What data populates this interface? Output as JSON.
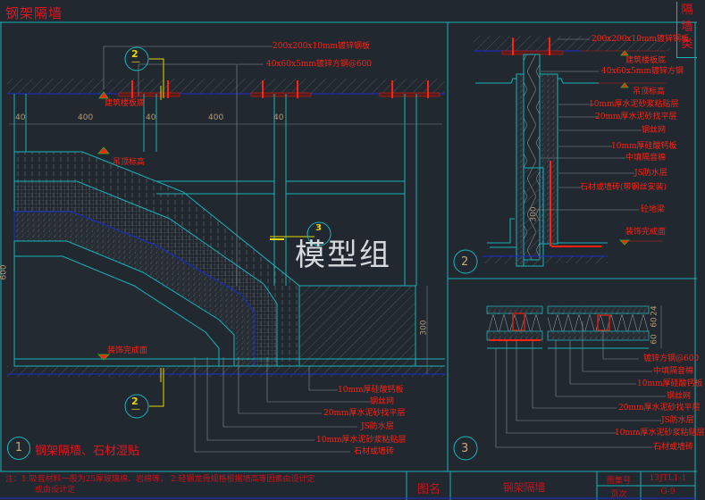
{
  "sheet": {
    "title": "钢架隔墙",
    "category_tab": "隔\n墙\n类",
    "category_tab_chars": [
      "隔",
      "墙",
      "类"
    ],
    "watermark": "模型组",
    "colors": {
      "background": "#212830",
      "frame": "#17b3b8",
      "label_red": "#ff2211",
      "dim_text": "#b39a72",
      "callout_yellow": "#e6d800",
      "floor_line": "#1a2bd0"
    }
  },
  "detail1": {
    "number": "1",
    "caption": "钢架隔墙、石材湿贴",
    "callout_top": {
      "num": "2",
      "sub": "—"
    },
    "callout_mid": {
      "num": "3"
    },
    "callout_bottom": {
      "num": "2",
      "sub": "—"
    },
    "dims_top": [
      "40",
      "400",
      "40",
      "400",
      "40"
    ],
    "dim_left": "600",
    "dim_right": "300",
    "labels_top": [
      "200x200x10mm镀锌钢板",
      "40x60x5mm镀锌方钢@600"
    ],
    "label_floor_slab": "建筑楼板底",
    "label_ceiling": "吊顶标高",
    "label_finish": "装饰完成面",
    "labels_bottom": [
      "10mm厚硅酸钙板",
      "钢丝网",
      "20mm厚水泥砂找平层",
      "JS防水层",
      "10mm厚水泥砂浆粘贴层",
      "石材或墙砖"
    ]
  },
  "detail2": {
    "number": "2",
    "dim": "300",
    "labels": [
      "200x200x10mm镀锌钢板",
      "建筑楼板底",
      "40x60x5mm镀锌方钢",
      "吊顶标高",
      "10mm厚水泥砂浆粘贴层",
      "20mm厚水泥砂找平层",
      "钢丝网",
      "10mm厚硅酸钙板",
      "中填隔音棉",
      "JS防水层",
      "石材或墙砖(带钢丝安装)",
      "砼地梁",
      "装饰完成面"
    ]
  },
  "detail3": {
    "number": "3",
    "dims": [
      "24",
      "60",
      "60"
    ],
    "labels": [
      "镀锌方钢@600",
      "中填隔音棉",
      "10mm厚硅酸钙板",
      "钢丝网",
      "20mm厚水泥砂找平层",
      "JS防水层",
      "10mm厚水泥砂浆粘贴层",
      "石材或墙砖"
    ]
  },
  "notes": {
    "line1": "注：1.吸音材料一般为25厚玻璃棉、岩棉等，    2.轻钢龙骨规格根据墙高等因素由设计定",
    "line2": "或由设计定"
  },
  "title_block": {
    "name_label": "图名",
    "name_value": "钢架隔墙",
    "atlas_label": "图集号",
    "atlas_value": "13JTL1-1",
    "page_label": "页次",
    "page_value": "G-9"
  }
}
